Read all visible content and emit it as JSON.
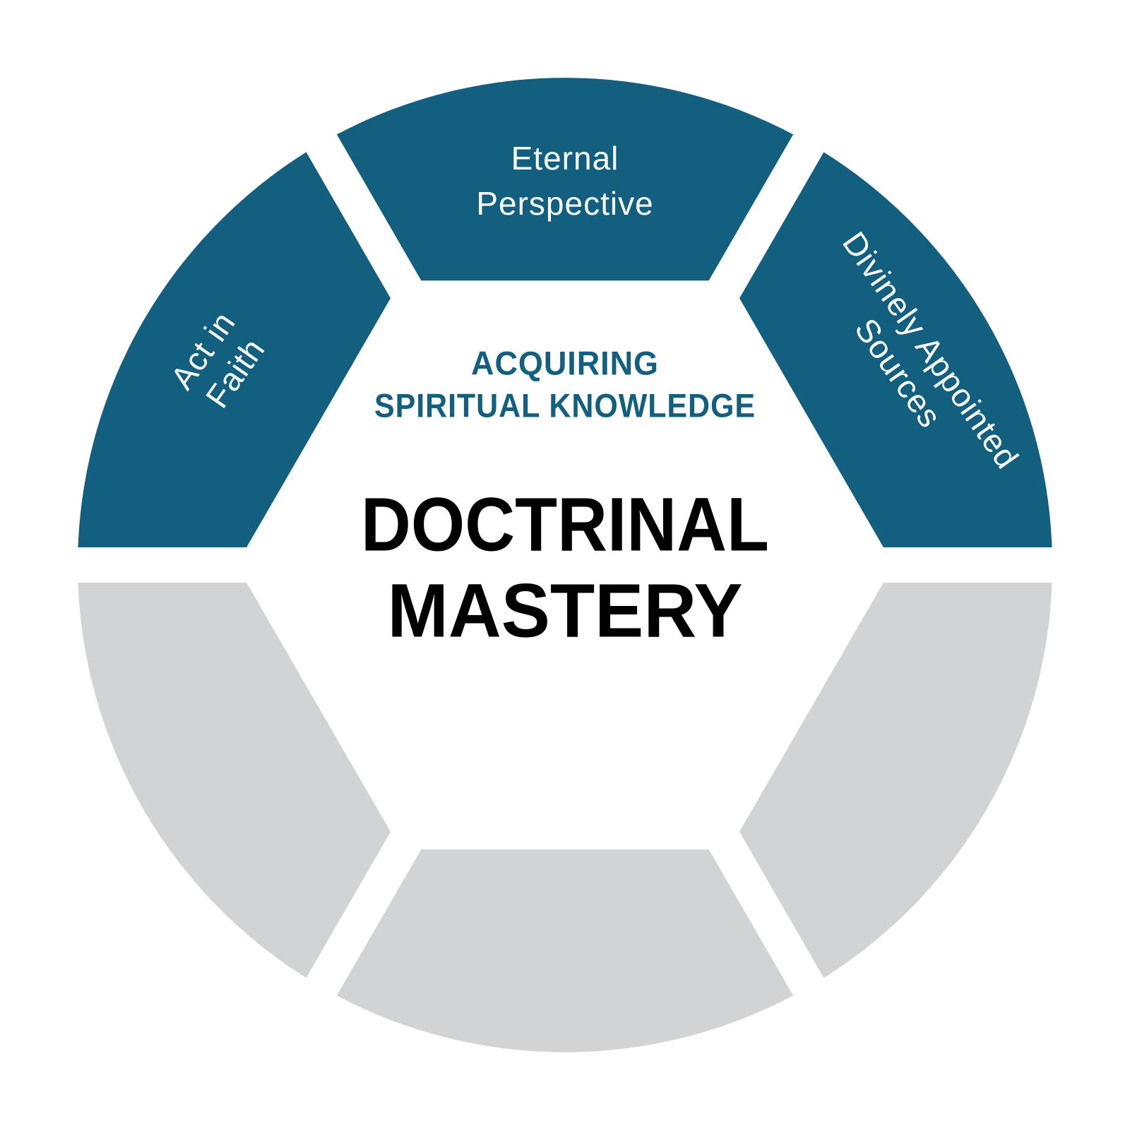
{
  "diagram": {
    "name": "doctrinal-mastery-learning-cycle",
    "center": {
      "subtitle_line1": "ACQUIRING",
      "subtitle_line2": "SPIRITUAL KNOWLEDGE",
      "title_line1": "DOCTRINAL",
      "title_line2": "MASTERY"
    },
    "segments": {
      "eternal_perspective": {
        "line1": "Eternal",
        "line2": "Perspective"
      },
      "act_in_faith": {
        "line1": "Act in",
        "line2": "Faith"
      },
      "divinely_appointed_sources": {
        "line1": "Divinely Appointed",
        "line2": "Sources"
      },
      "inactive_bottom_left": {
        "label": ""
      },
      "inactive_bottom_center": {
        "label": ""
      },
      "inactive_bottom_right": {
        "label": ""
      }
    },
    "colors": {
      "active": "#135F80",
      "inactive": "#D1D3D4",
      "label_text": "#FFFFFF",
      "subtitle_text": "#135F80",
      "title_text": "#000000",
      "background": "#FFFFFF"
    }
  }
}
